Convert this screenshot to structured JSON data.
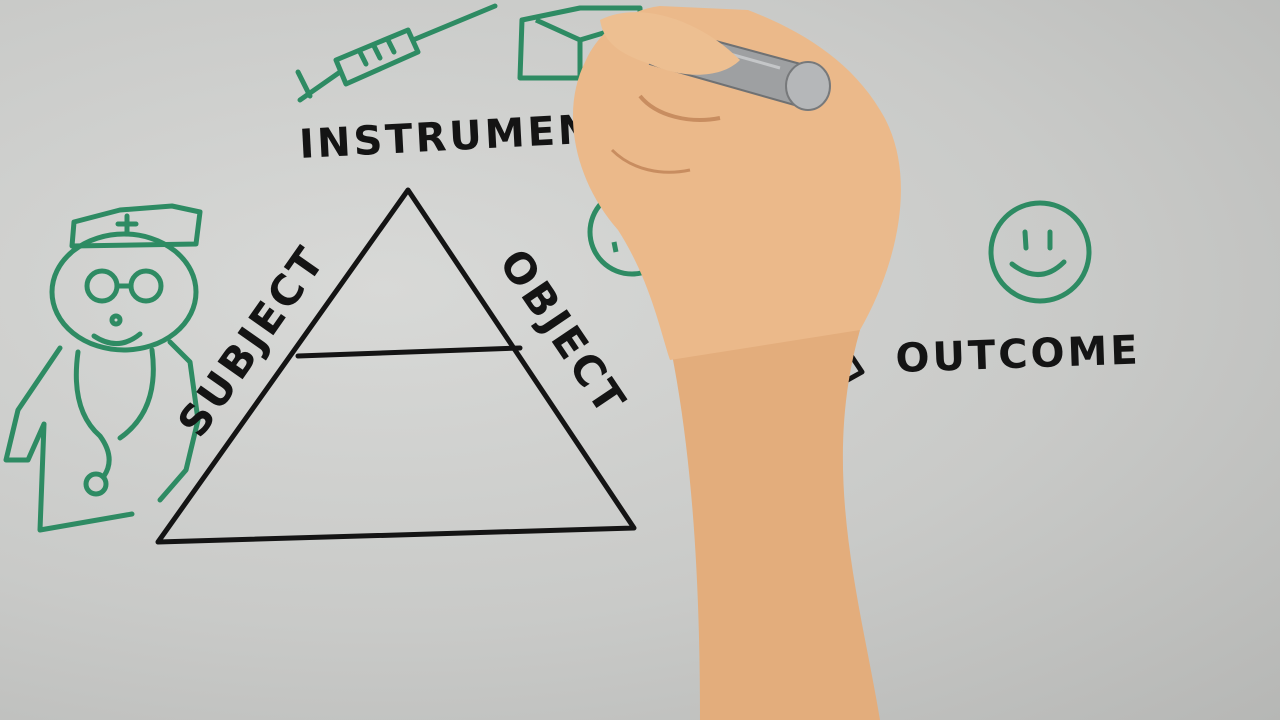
{
  "labels": {
    "instrument": "INSTRUMEN",
    "subject": "SUBJECT",
    "object": "OBJECT",
    "outcome": "OUTCOME"
  },
  "colors": {
    "board": "#cfd0ce",
    "marker_black": "#141414",
    "marker_green": "#2e8b63",
    "skin": "#e9b888",
    "pen_barrel": "#9ea0a2"
  },
  "icons": [
    "syringe-icon",
    "pill-box-icon",
    "nurse-doctor-drawing",
    "smiley-face-icon",
    "arrow-triangle-icon",
    "marker-pen",
    "writing-hand"
  ]
}
